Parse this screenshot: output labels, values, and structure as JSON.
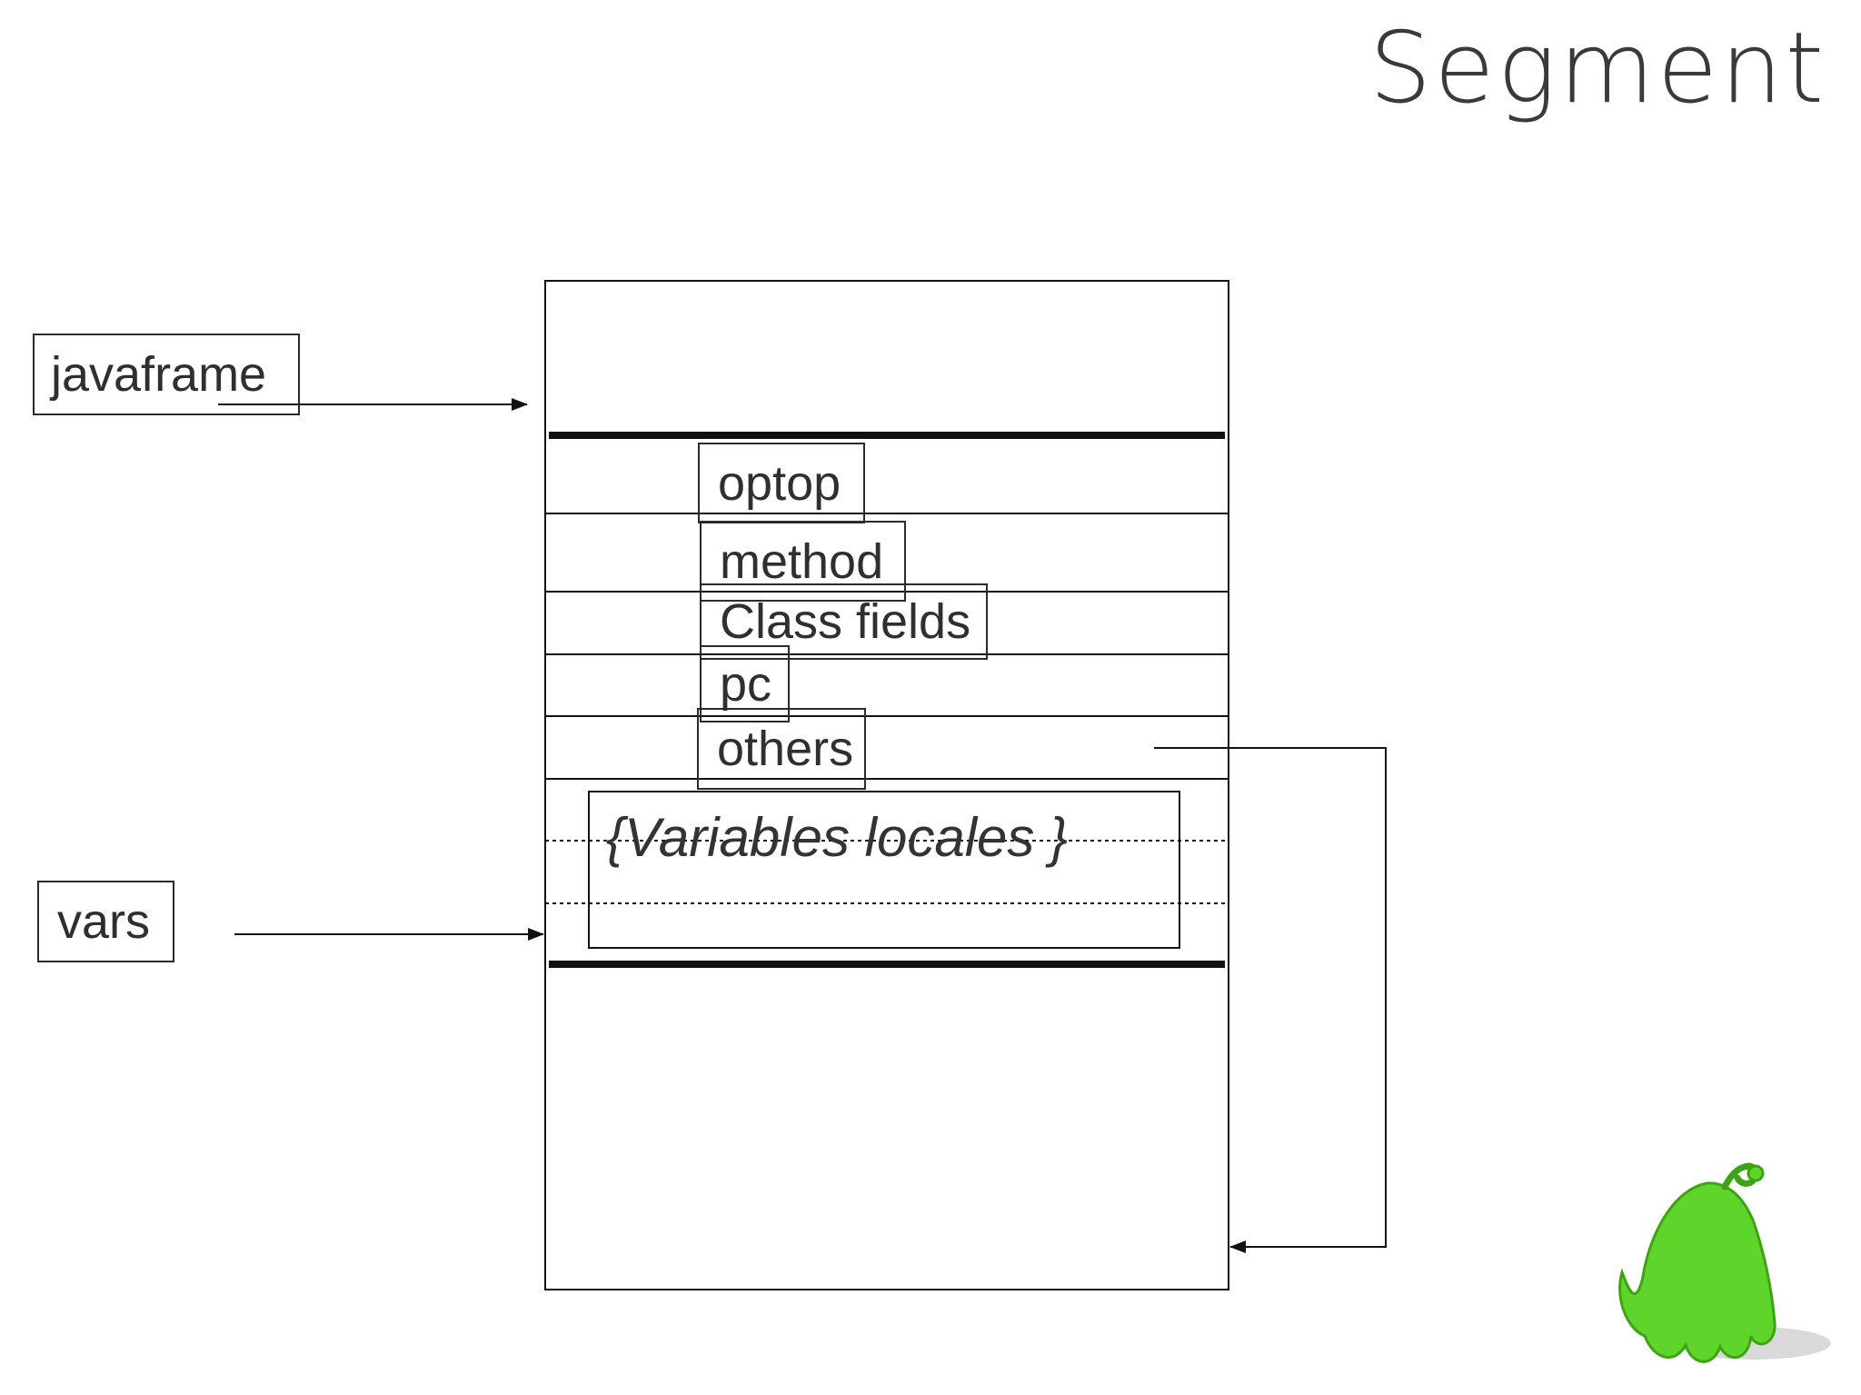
{
  "title": "Segment",
  "diagram": {
    "pointers": {
      "javaframe": "javaframe",
      "vars": "vars"
    },
    "frame_fields": {
      "optop": "optop",
      "method": "method",
      "class_fields": "Class fields",
      "pc": "pc",
      "others": "others"
    },
    "local_variables": "{Variables locales }"
  },
  "mascot": {
    "icon": "green-creature-mascot-icon",
    "color": "#5fd42a"
  }
}
